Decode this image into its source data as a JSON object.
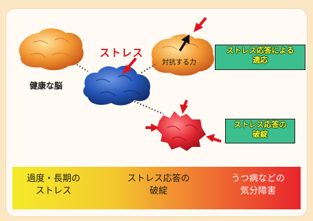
{
  "labels": {
    "healthy_brain": "健康な脳",
    "stress": "ストレス",
    "resisting_force": "対抗する力"
  },
  "boxes": {
    "adaptation_line1": "ストレス応答による",
    "adaptation_line2": "適応",
    "breakdown_line1": "ストレス応答の",
    "breakdown_line2": "破綻"
  },
  "flow": {
    "step1_line1": "過度・長期の",
    "step1_line2": "ストレス",
    "step2_line1": "ストレス応答の",
    "step2_line2": "破綻",
    "step3_line1": "うつ病などの",
    "step3_line2": "気分障害"
  },
  "colors": {
    "background": "#fbe7c4",
    "healthy_brain": "#f39a34",
    "stressed_brain": "#2557b8",
    "broken_brain": "#e52a35",
    "box_fill": "#3cbf8f",
    "box_text": "#faff2a",
    "stress_text": "#e0121d"
  }
}
